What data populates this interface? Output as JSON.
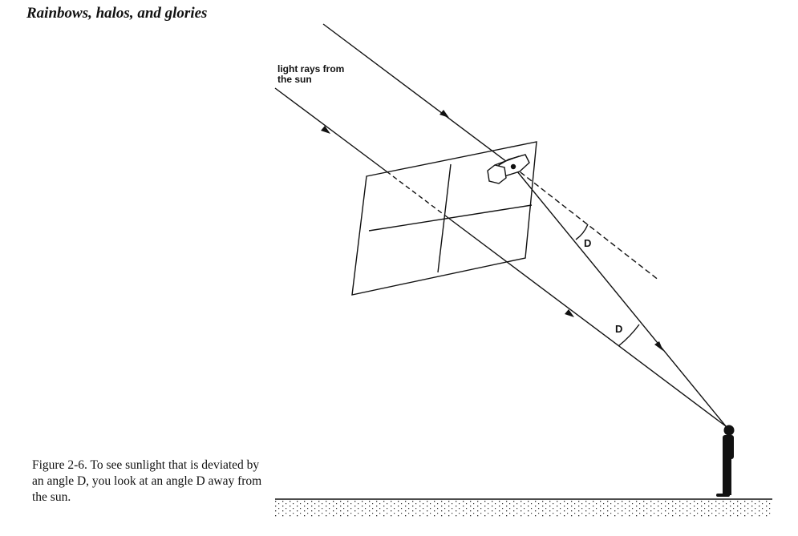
{
  "header": "Rainbows, halos, and glories",
  "labels": {
    "sun_rays_line1": "light rays from",
    "sun_rays_line2": "the sun",
    "angle_crystal": "D",
    "angle_observer": "D"
  },
  "caption": "Figure 2-6. To see sunlight that is deviated by an angle D, you look at an angle D away from the sun."
}
